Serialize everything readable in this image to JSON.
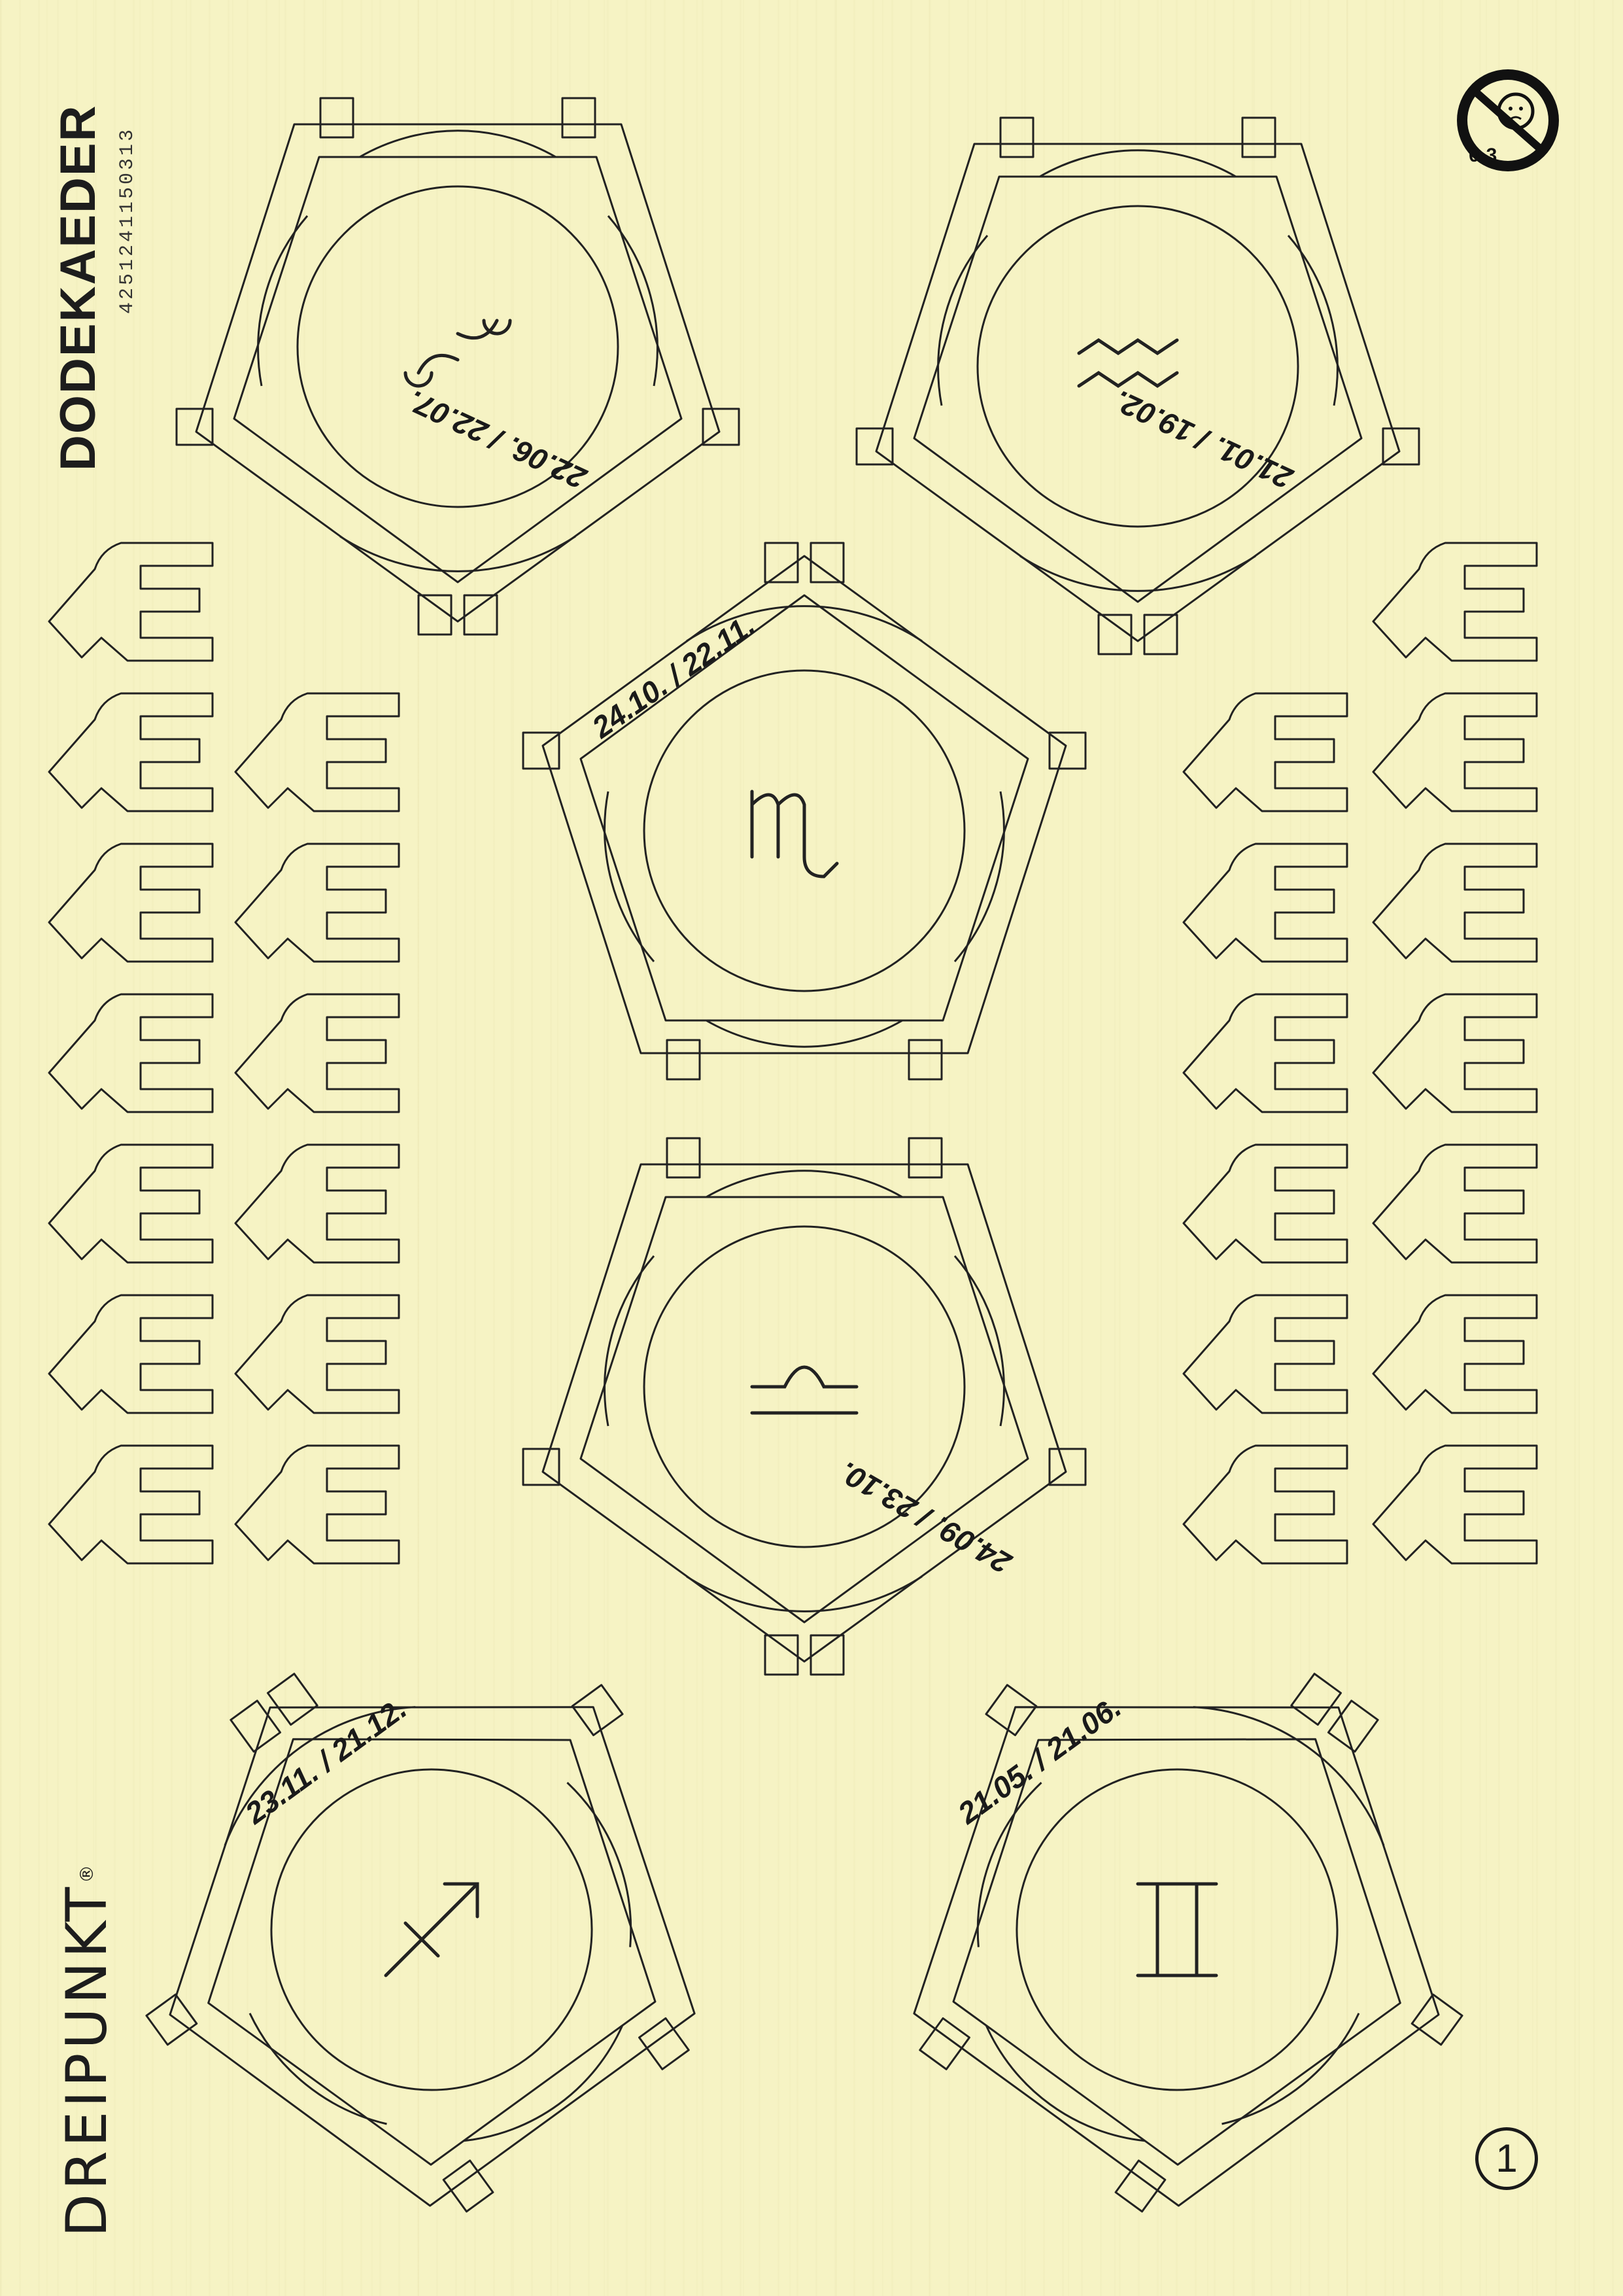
{
  "product": {
    "title": "DODEKAEDER",
    "code": "4251241150313",
    "brand": "DREIPUNKT",
    "brand_mark": "®",
    "age_warning": "0-3",
    "page_number": "1"
  },
  "panels": [
    {
      "sign": "cancer",
      "dates": "22.06. / 22.07."
    },
    {
      "sign": "aquarius",
      "dates": "21.01. / 19.02."
    },
    {
      "sign": "scorpio",
      "dates": "24.10. / 22.11."
    },
    {
      "sign": "libra",
      "dates": "24.09. / 23.10."
    },
    {
      "sign": "sagittarius",
      "dates": "23.11. / 21.12."
    },
    {
      "sign": "gemini",
      "dates": "21.05. / 21.06."
    }
  ],
  "colors": {
    "wood": "#f6f3c4",
    "line": "#222222"
  },
  "icons": {
    "age": "no-small-children-icon",
    "connector": "connector-clip-icon"
  }
}
